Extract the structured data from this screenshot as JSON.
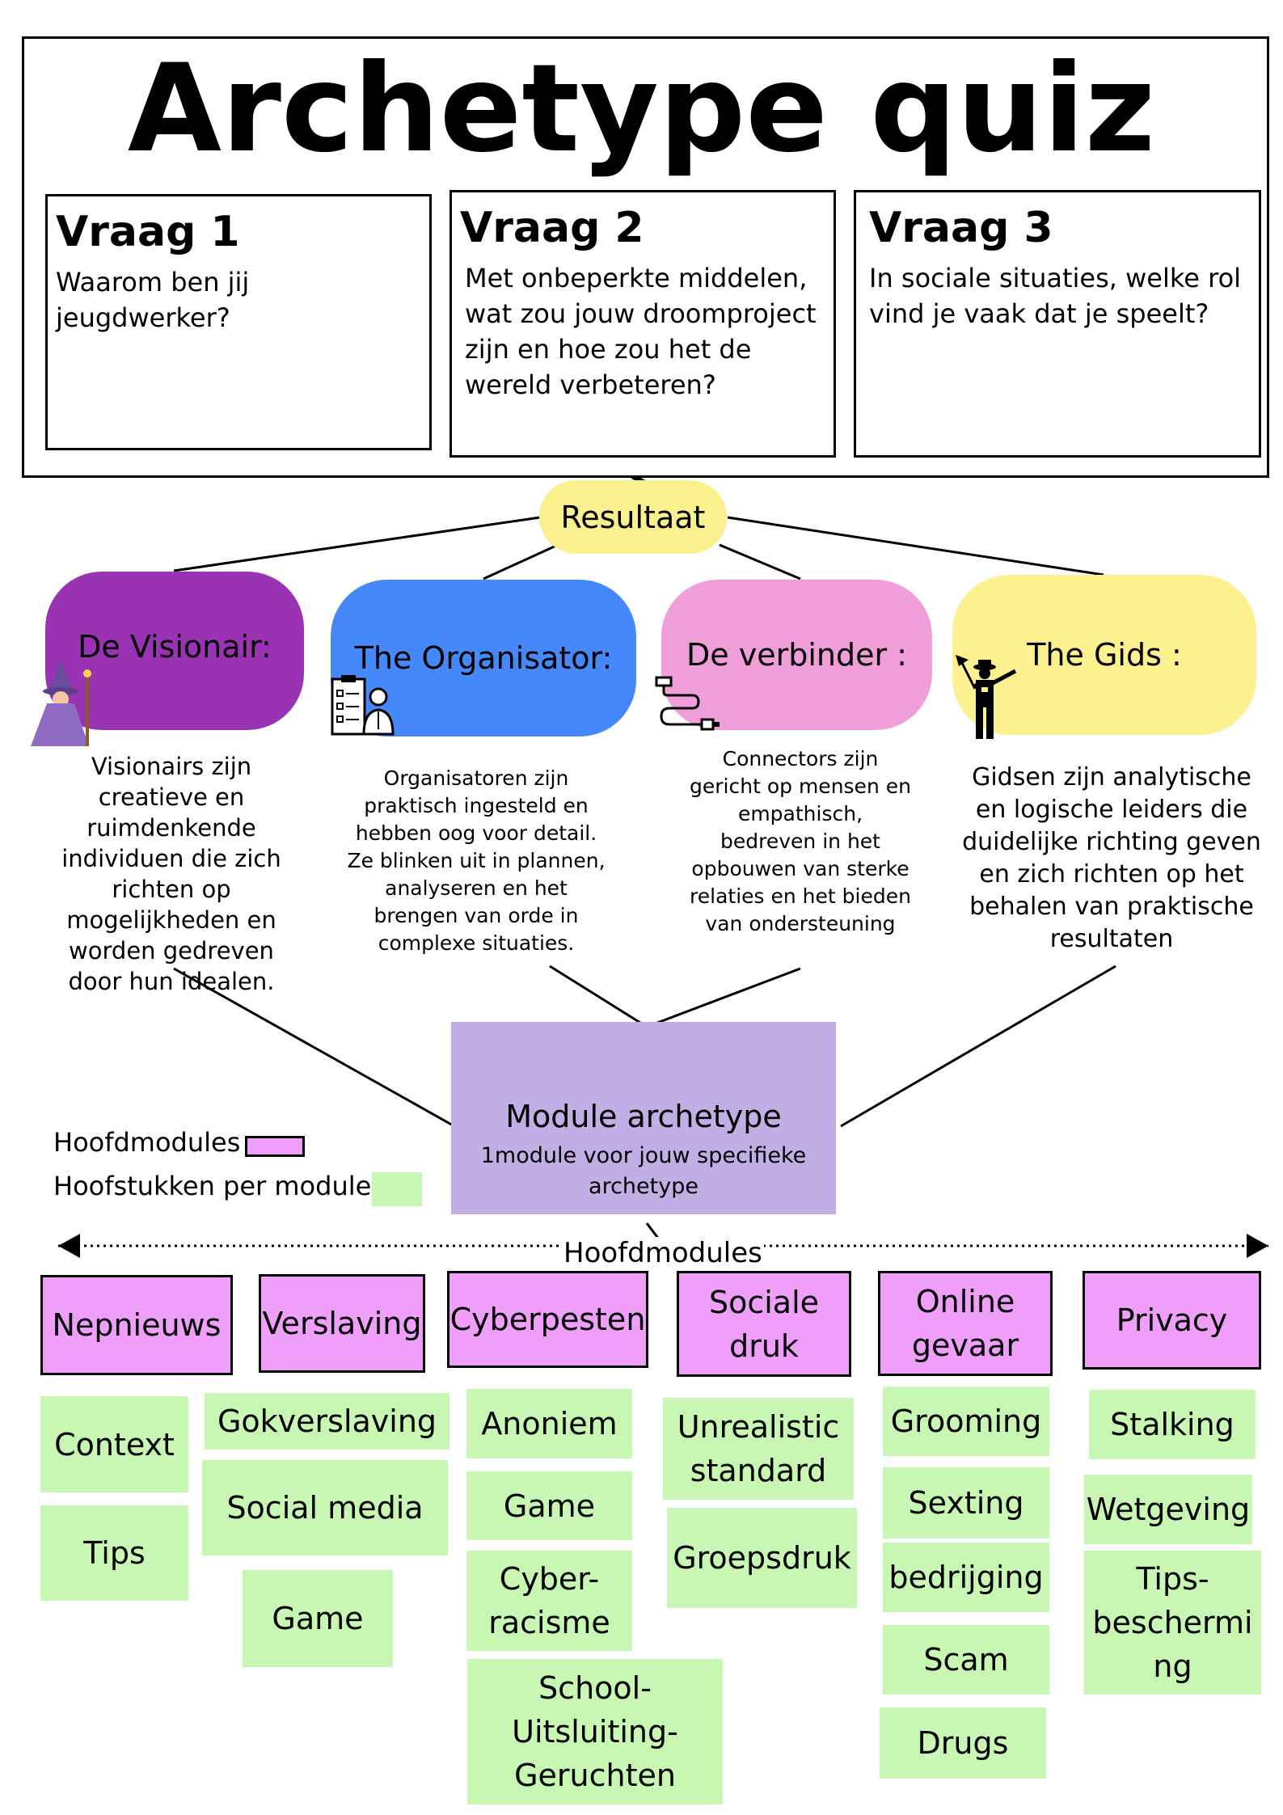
{
  "title": "Archetype quiz",
  "questions": [
    {
      "label": "Vraag 1",
      "text": "Waarom ben jij jeugdwerker?"
    },
    {
      "label": "Vraag 2",
      "text": "Met onbeperkte middelen, wat zou jouw droomproject zijn en hoe zou het de wereld verbeteren?"
    },
    {
      "label": "Vraag 3",
      "text": "In sociale situaties, welke rol vind je vaak dat je speelt?"
    }
  ],
  "result_label": "Resultaat",
  "archetypes": [
    {
      "name": "De Visionair:",
      "icon": "wizard-icon",
      "color": "#9933b3",
      "description": "Visionairs zijn creatieve en ruimdenkende individuen die zich richten op mogelijkheden en worden gedreven door hun idealen."
    },
    {
      "name": "The Organisator:",
      "icon": "checklist-person-icon",
      "color": "#4488fb",
      "description": "Organisatoren zijn praktisch ingesteld en hebben oog voor detail. Ze blinken uit in plannen, analyseren en het brengen van orde in complexe situaties."
    },
    {
      "name": "De verbinder :",
      "icon": "cable-connector-icon",
      "color": "#f09ed9",
      "description": "Connectors zijn gericht op mensen en empathisch, bedreven in het opbouwen van sterke relaties en het bieden van ondersteuning"
    },
    {
      "name": "The Gids :",
      "icon": "guide-person-flag-icon",
      "color": "#fcf18e",
      "description": "Gidsen zijn analytische en logische leiders die duidelijke richting geven en zich richten op het behalen van praktische resultaten"
    }
  ],
  "module": {
    "title": "Module archetype",
    "subtitle": "1module voor jouw specifieke archetype"
  },
  "legend": {
    "main": "Hoofdmodules",
    "chapters": "Hoofstukken per module",
    "main_color": "#ef9ff9",
    "chapter_color": "#c7f7b2"
  },
  "main_modules_label": "Hoofdmodules",
  "main_modules": [
    "Nepnieuws",
    "Verslaving",
    "Cyberpesten",
    "Sociale druk",
    "Online gevaar",
    "Privacy"
  ],
  "chapters": [
    [
      "Context",
      "Tips"
    ],
    [
      "Gokverslaving",
      "Social media",
      "Game"
    ],
    [
      "Anoniem",
      "Game",
      "Cyber-racisme",
      "School-Uitsluiting-Geruchten"
    ],
    [
      "Unrealistic standard",
      "Groepsdruk"
    ],
    [
      "Grooming",
      "Sexting",
      "bedrijging",
      "Scam",
      "Drugs"
    ],
    [
      "Stalking",
      "Wetgeving",
      "Tips-beschermi ng"
    ]
  ]
}
